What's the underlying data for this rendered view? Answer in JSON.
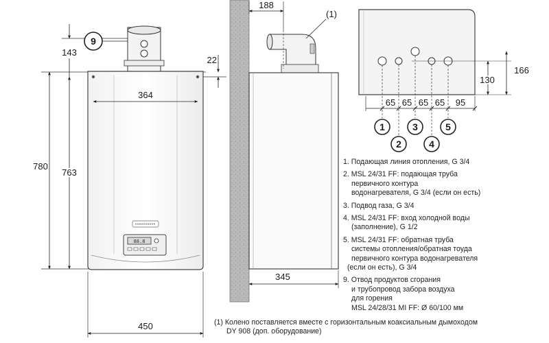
{
  "front_view": {
    "dims": {
      "overall_height": "780",
      "body_height": "763",
      "flue_height": "143",
      "width": "450",
      "hole_spacing": "364",
      "top_offset": "22"
    },
    "flue_marker": "9"
  },
  "side_view": {
    "dims": {
      "flue_offset": "188",
      "depth": "345"
    },
    "elbow_marker": "(1)"
  },
  "bottom_view": {
    "dims": {
      "spacing_1": "65",
      "spacing_2": "65",
      "spacing_3": "65",
      "spacing_4": "65",
      "spacing_5": "95",
      "height_a": "166",
      "height_b": "130"
    },
    "connection_markers": [
      "1",
      "2",
      "3",
      "4",
      "5"
    ]
  },
  "legend": {
    "item1": "1. Подающая линия отопления, G 3/4",
    "item2_l1": "2. MSL 24/31 FF: подающая труба",
    "item2_l2": "первичного контура",
    "item2_l3": "водонагревателя, G 3/4 (если он есть)",
    "item3": "3. Подвод газа, G 3/4",
    "item4_l1": "4. MSL 24/31 FF: вход холодной воды",
    "item4_l2": "(заполнение), G 1/2",
    "item5_l1": "5. MSL 24/31 FF: обратная труба",
    "item5_l2": "системы отопления/обратная тоуда",
    "item5_l3": "первичного контура водонагревателя",
    "item5_l4": "(если он есть), G 3/4",
    "item9_l1": "9. Отвод продуктов сгорания",
    "item9_l2": "и трубопровод забора воздуха",
    "item9_l3": "для горения",
    "item9_l4": "MSL 24/28/31 MI FF: Ø 60/100 мм"
  },
  "footnote": {
    "l1": "(1) Колено поставляется вместе с горизонтальным коаксиальным дымоходом",
    "l2": "DY 908 (доп. оборудование)"
  },
  "panel": {
    "display": "88.8"
  }
}
